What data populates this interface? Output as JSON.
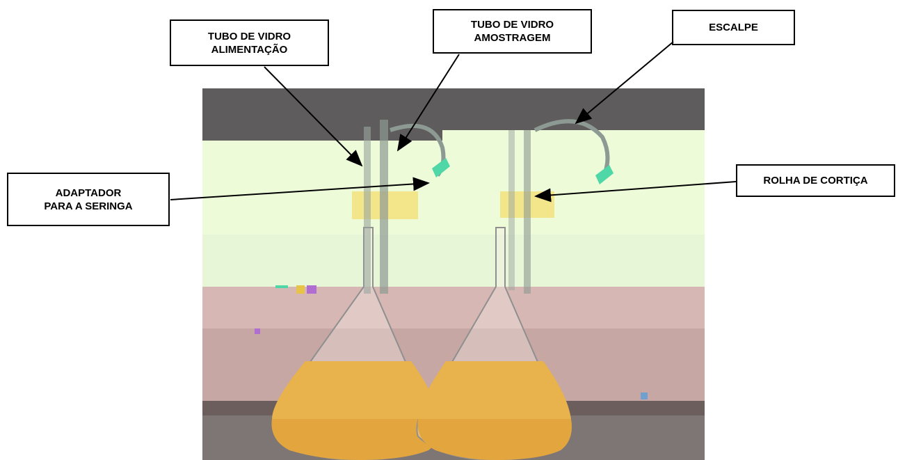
{
  "labels": {
    "tubo_alimentacao": "TUBO DE VIDRO\nALIMENTAÇÃO",
    "tubo_amostragem": "TUBO DE VIDRO\nAMOSTRAGEM",
    "escalpe": "ESCALPE",
    "adaptador": "ADAPTADOR\nPARA A SERINGA",
    "rolha": "ROLHA DE CORTIÇA"
  },
  "colors": {
    "wall_upper": "#5f5c5e",
    "overlay_green": "#eefbd8",
    "overlay_pink": "#d7b7b3",
    "liquid": "#e8b24c",
    "cork": "#f3e58a",
    "nozzle": "#4fd7a8",
    "tube": "#8d9a93"
  }
}
